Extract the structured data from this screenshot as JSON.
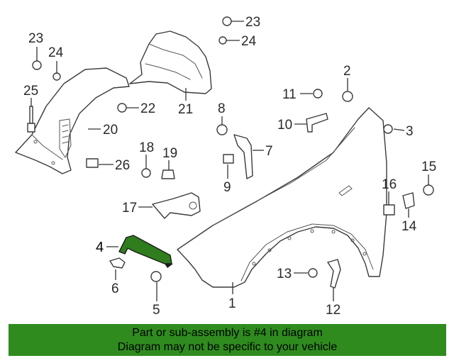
{
  "diagram": {
    "highlighted_callout": "4",
    "highlight_color": "#2f7d1c",
    "callouts": [
      {
        "id": "fender",
        "label": "1"
      },
      {
        "id": "screw-2",
        "label": "2"
      },
      {
        "id": "nut-3",
        "label": "3"
      },
      {
        "id": "bracket-4",
        "label": "4"
      },
      {
        "id": "bolt-5",
        "label": "5"
      },
      {
        "id": "clip-6",
        "label": "6"
      },
      {
        "id": "bracket-7",
        "label": "7"
      },
      {
        "id": "bolt-8",
        "label": "8"
      },
      {
        "id": "nut-9",
        "label": "9"
      },
      {
        "id": "bracket-10",
        "label": "10"
      },
      {
        "id": "bolt-11",
        "label": "11"
      },
      {
        "id": "bracket-12",
        "label": "12"
      },
      {
        "id": "bolt-13",
        "label": "13"
      },
      {
        "id": "clip-14",
        "label": "14"
      },
      {
        "id": "screw-15",
        "label": "15"
      },
      {
        "id": "nut-16",
        "label": "16"
      },
      {
        "id": "bracket-17",
        "label": "17"
      },
      {
        "id": "bolt-18",
        "label": "18"
      },
      {
        "id": "nut-19",
        "label": "19"
      },
      {
        "id": "liner-20",
        "label": "20"
      },
      {
        "id": "liner-21",
        "label": "21"
      },
      {
        "id": "nut-22",
        "label": "22"
      },
      {
        "id": "screw-23a",
        "label": "23"
      },
      {
        "id": "screw-24a",
        "label": "24"
      },
      {
        "id": "screw-23b",
        "label": "23"
      },
      {
        "id": "screw-24b",
        "label": "24"
      },
      {
        "id": "stud-25",
        "label": "25"
      },
      {
        "id": "nut-26",
        "label": "26"
      }
    ]
  },
  "banner": {
    "line1": "Part or sub-assembly is #4 in diagram",
    "line2": "Diagram may not be specific to your vehicle",
    "background": "#2f8b1e"
  }
}
